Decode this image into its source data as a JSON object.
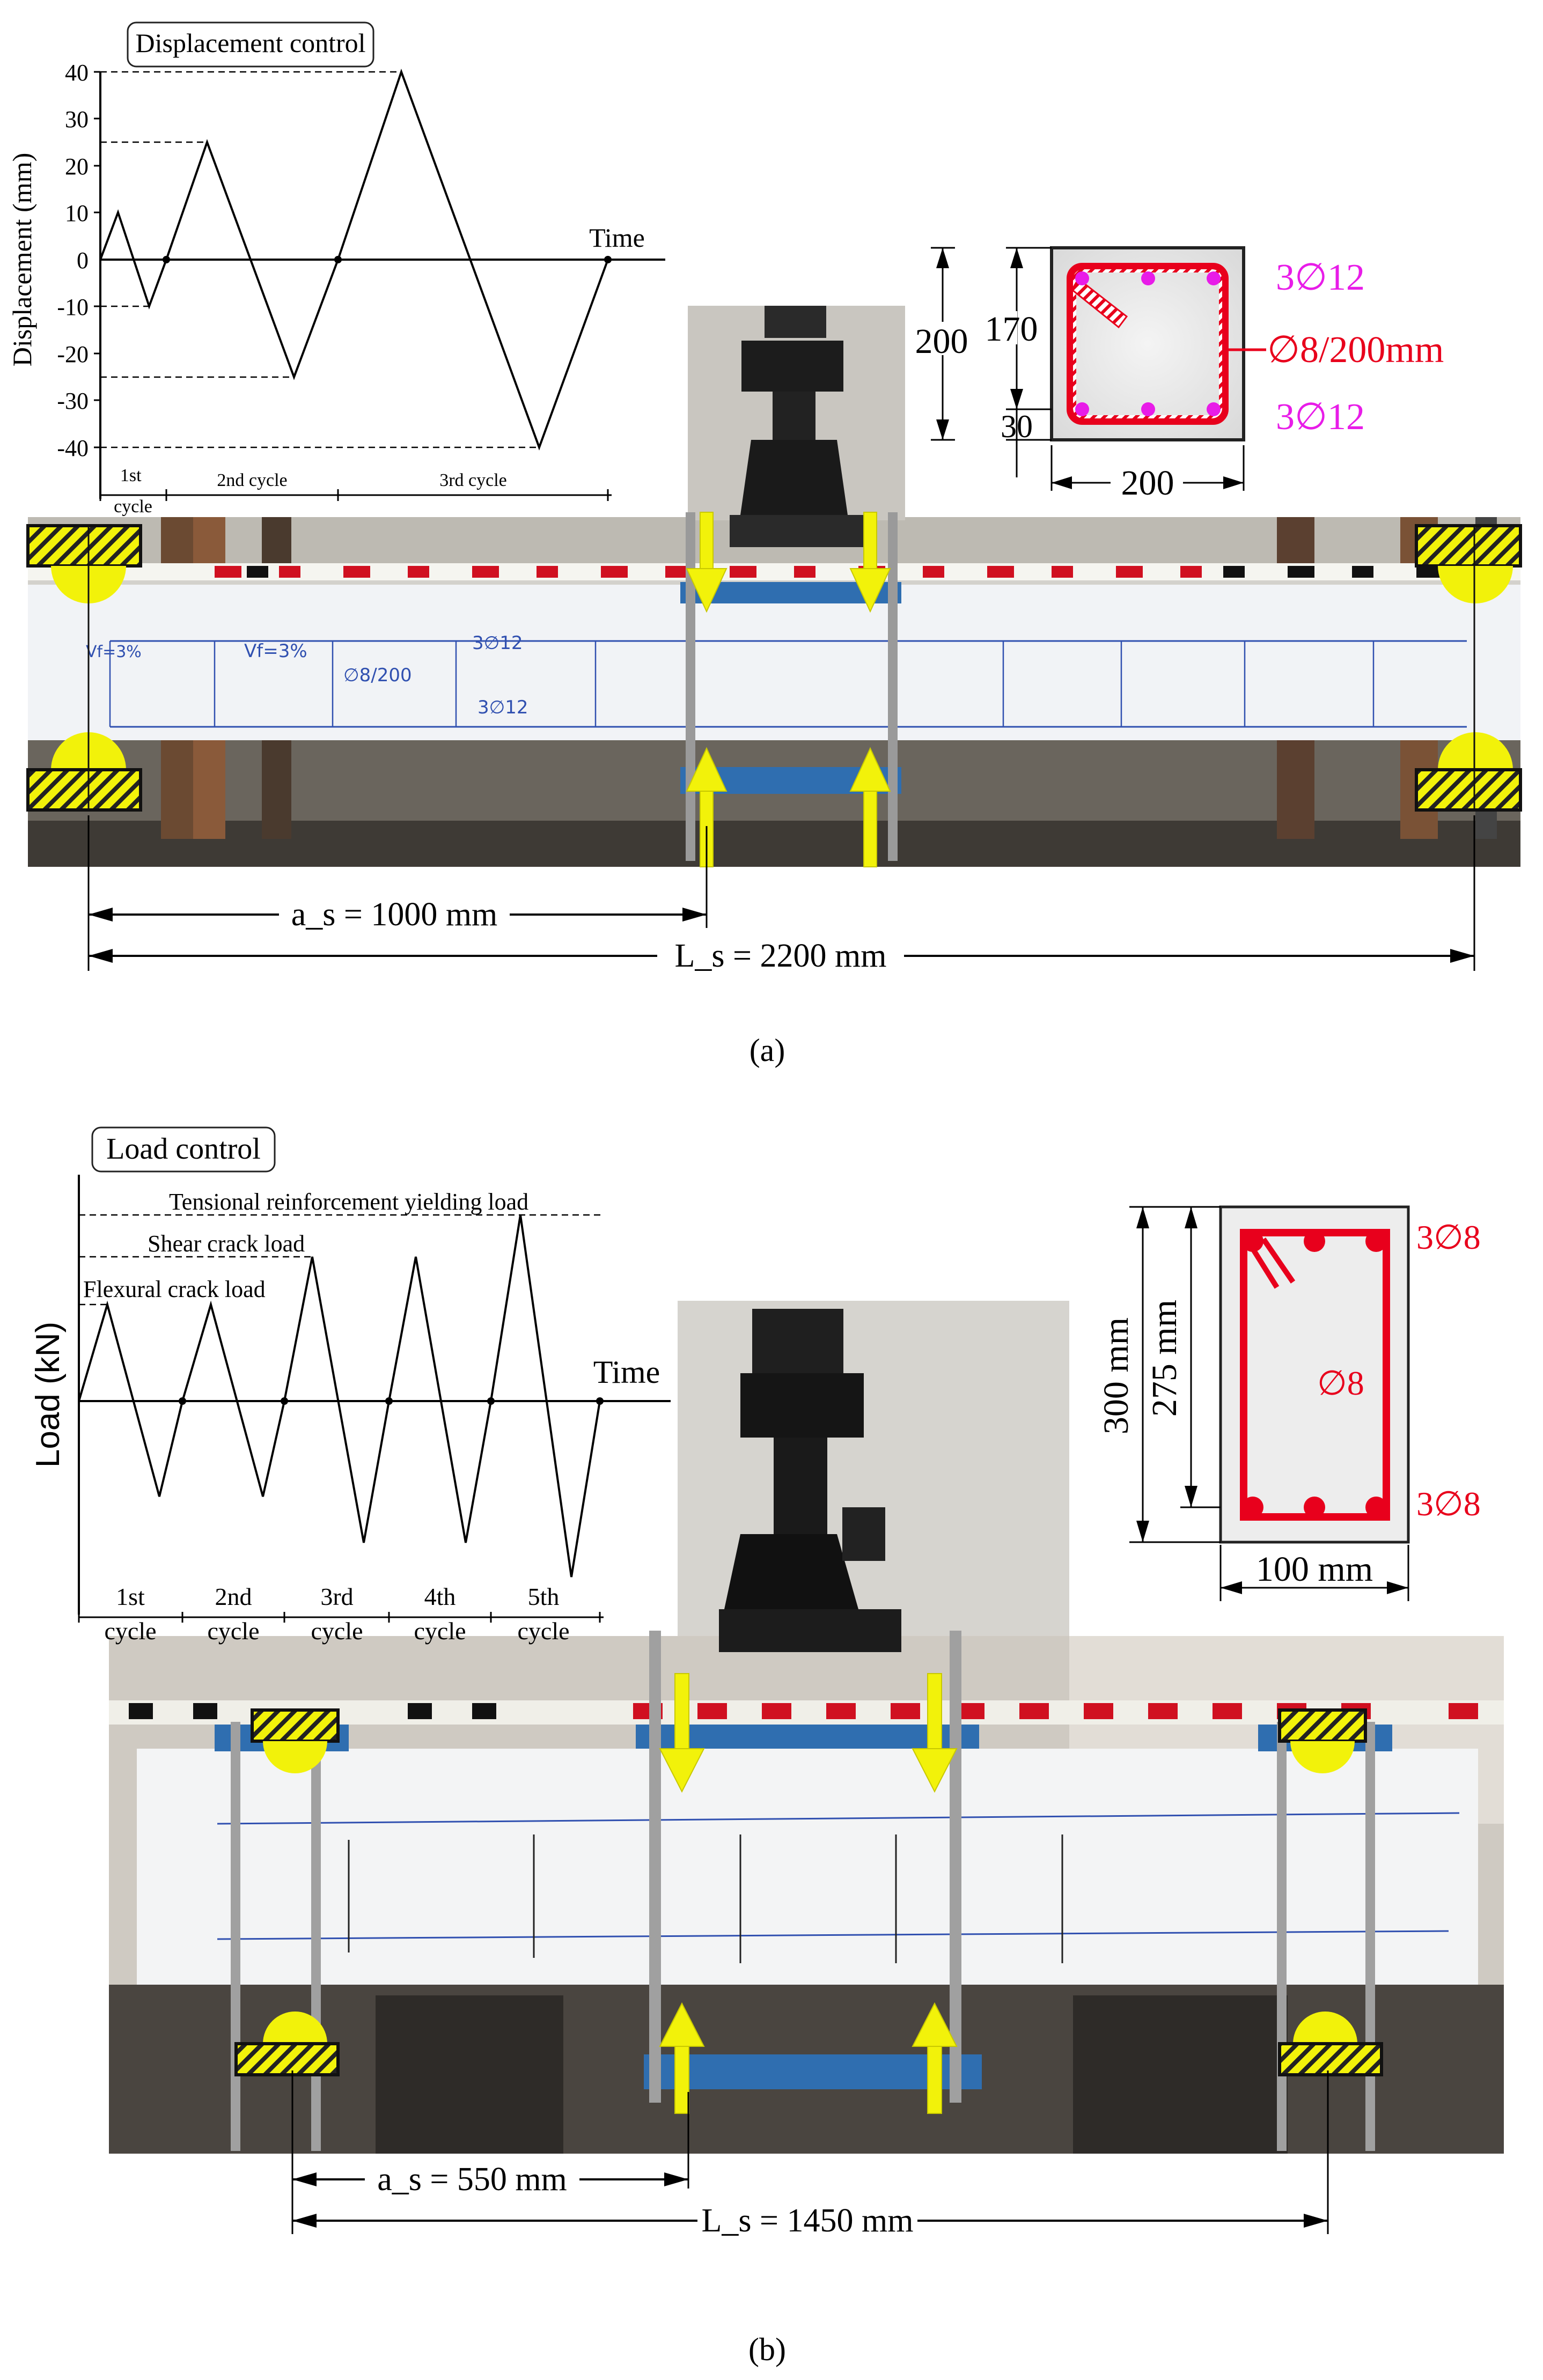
{
  "panel_a": {
    "caption": "(a)",
    "history": {
      "title": "Displacement control",
      "ylabel": "Displacement (mm)",
      "time_label": "Time",
      "yticks": [
        "40",
        "30",
        "20",
        "10",
        "0",
        "-10",
        "-20",
        "-30",
        "-40"
      ],
      "cycles": [
        "1st\ncycle",
        "2nd cycle",
        "3rd cycle"
      ],
      "peaks": [
        10,
        -10,
        25,
        -25,
        40,
        -40
      ]
    },
    "section": {
      "height": "200",
      "depth": "170",
      "cover": "30",
      "width": "200",
      "top_bars": "3∅12",
      "bottom_bars": "3∅12",
      "stirrups": "∅8/200mm"
    },
    "beam_marks": [
      "Vf=3%",
      "Vf=3%",
      "∅8/200",
      "3∅12",
      "3∅12"
    ],
    "shear_span": "a_s = 1000 mm",
    "span": "L_s = 2200 mm"
  },
  "panel_b": {
    "caption": "(b)",
    "history": {
      "title": "Load control",
      "ylabel": "Load (kN)",
      "time_label": "Time",
      "levels": [
        "Tensional reinforcement yielding load",
        "Shear crack load",
        "Flexural crack load"
      ],
      "cycles": [
        "1st\ncycle",
        "2nd\ncycle",
        "3rd\ncycle",
        "4th\ncycle",
        "5th\ncycle"
      ]
    },
    "section": {
      "height": "300 mm",
      "depth": "275 mm",
      "width": "100 mm",
      "top_bars": "3∅8",
      "bottom_bars": "3∅8",
      "stirrups": "∅8"
    },
    "shear_span": "a_s = 550 mm",
    "span": "L_s = 1450 mm"
  },
  "colors": {
    "magenta": "#e81ce8",
    "red": "#e8001c",
    "yellow": "#f2f20a",
    "blue_plate": "#2f6eb0",
    "concrete": "#ececec"
  }
}
